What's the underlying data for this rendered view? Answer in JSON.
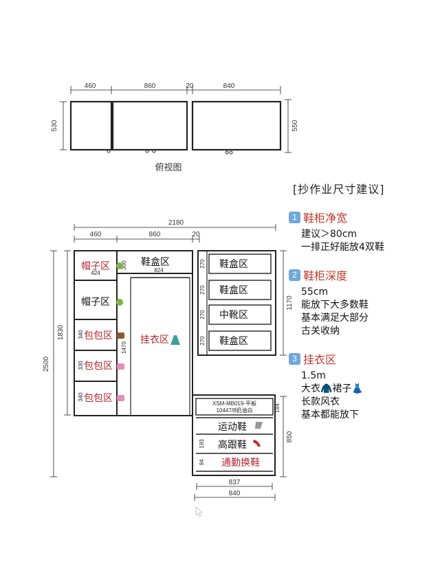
{
  "top_view": {
    "widths": [
      "460",
      "860",
      "20",
      "840"
    ],
    "left_depth": "530",
    "right_depth": "550",
    "caption": "俯视图"
  },
  "elevation": {
    "total_width": "2180",
    "widths": [
      "460",
      "860",
      "20"
    ],
    "total_height": "2500",
    "left_height": "1830",
    "right_upper_height": "1170",
    "right_lower_height": "850",
    "inner_width_small": "424",
    "inner_width_mid": "824",
    "left_small_dims": [
      "300",
      "340",
      "330",
      "340"
    ],
    "mid_dim": "1470",
    "right_shelf_dims": [
      "270",
      "270",
      "270",
      "270"
    ],
    "lower_dims": [
      "184",
      "193",
      "94"
    ],
    "bottom_dims": [
      "837",
      "840"
    ],
    "left_zones": [
      "帽子区",
      "帽子区",
      "包包区",
      "包包区",
      "包包区"
    ],
    "mid_zones": [
      "鞋盒区",
      "挂衣区"
    ],
    "right_zones": [
      "鞋盒区",
      "鞋盒区",
      "中靴区",
      "鞋盒区"
    ],
    "drawer_label_1": "XSM-MB019-平板",
    "drawer_label_2": "10447/8奶油白",
    "lower_zones": [
      "运动鞋",
      "高跟鞋",
      "通勤换鞋"
    ]
  },
  "notes": {
    "title": "[抄作业尺寸建议]",
    "sections": [
      {
        "num": "1",
        "heading": "鞋柜净宽",
        "lines": [
          "建议＞80cm",
          "一排正好能放4双鞋"
        ]
      },
      {
        "num": "2",
        "heading": "鞋柜深度",
        "lines": [
          "55cm",
          "能放下大多数鞋",
          "基本满足大部分",
          "古关收纳"
        ]
      },
      {
        "num": "3",
        "heading": "挂衣区",
        "lines": [
          "1.5m",
          "大衣🧥裙子👗",
          "长款风衣",
          "基本都能放下"
        ]
      }
    ]
  },
  "colors": {
    "accent_red": "#c0392b",
    "badge_blue": "#6ea8dc",
    "line": "#222222"
  }
}
